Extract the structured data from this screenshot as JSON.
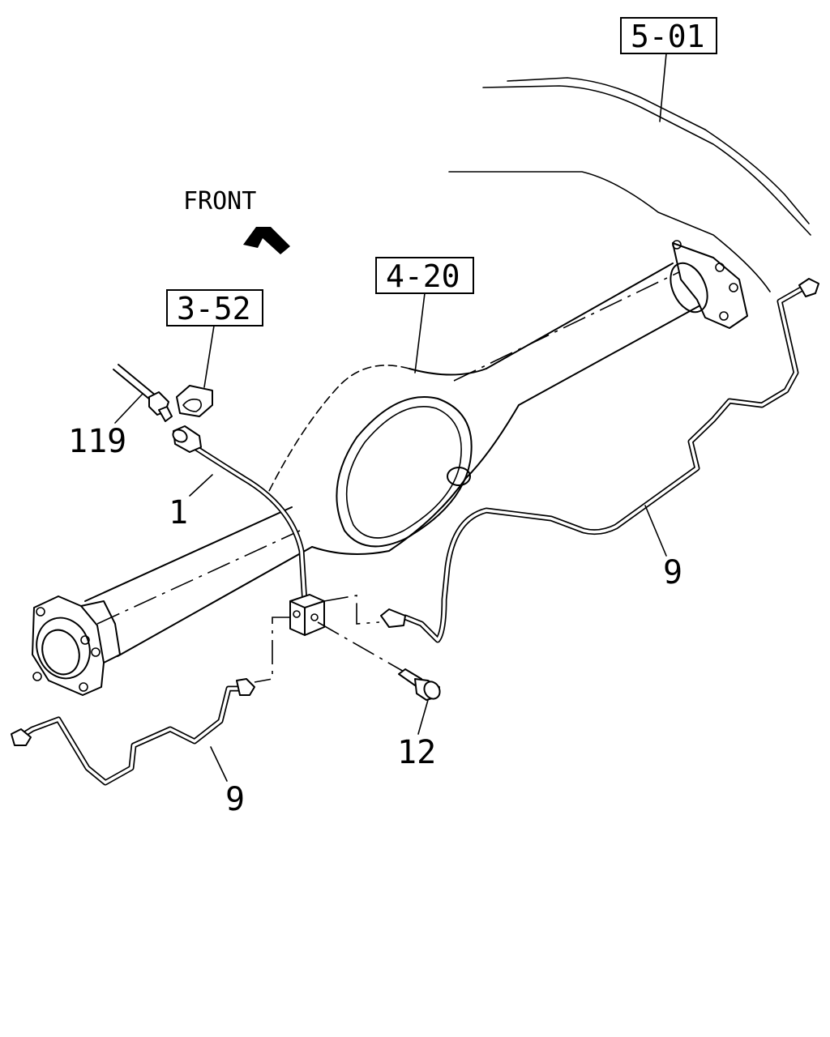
{
  "direction": {
    "label": "FRONT",
    "arrow_icon": "arrow-up-left-icon"
  },
  "references": [
    {
      "code": "5-01"
    },
    {
      "code": "4-20"
    },
    {
      "code": "3-52"
    }
  ],
  "callouts": [
    {
      "number": "119"
    },
    {
      "number": "1"
    },
    {
      "number": "9"
    },
    {
      "number": "12"
    },
    {
      "number": "9"
    }
  ]
}
